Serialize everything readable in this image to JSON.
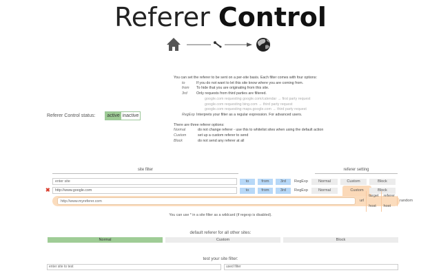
{
  "header": {
    "title_light": "Referer",
    "title_bold": "Control",
    "icons": [
      "home-icon",
      "wrench-icon",
      "globe-icon"
    ]
  },
  "info": {
    "intro": "You can set the referer to be sent on a per-site basis. Each filter comes with four options:",
    "options": [
      {
        "key": "to",
        "desc": "If you do not want to let this site know where you are coming from."
      },
      {
        "key": "from",
        "desc": "To hide that you are originating from this site."
      },
      {
        "key": "3rd",
        "desc": "Only requests from third parties are filtered."
      },
      {
        "key": "RegExp",
        "desc": "Interprets your filter as a regular expression. For advanced users."
      }
    ],
    "examples": [
      "google.com requesting google.com/calendar → first party request",
      "google.com requesting bing.com → third party request",
      "google.com requesting maps.google.com → third party request"
    ],
    "referer_intro": "There are three referer options:",
    "referer_options": [
      {
        "key": "Normal",
        "desc": "do not change referer - use this to whitelist sites when using the default action"
      },
      {
        "key": "Custom",
        "desc": "set up a custom referer to send"
      },
      {
        "key": "Block",
        "desc": "do not send any referer at all"
      }
    ]
  },
  "status": {
    "label": "Referer Control status:",
    "active": "active",
    "inactive": "inactive",
    "selected": "active"
  },
  "table": {
    "site_filter_header": "site filter",
    "referer_setting_header": "referer setting",
    "rows": [
      {
        "site_placeholder": "enter site",
        "site_value": "",
        "filters": [
          "to",
          "from",
          "3rd",
          "RegExp"
        ],
        "settings": [
          "Normal",
          "Custom",
          "Block"
        ],
        "selected_setting": null
      },
      {
        "site_placeholder": "",
        "site_value": "http://www.google.com",
        "filters": [
          "to",
          "from",
          "3rd",
          "RegExp"
        ],
        "settings": [
          "Normal",
          "Custom",
          "Block"
        ],
        "selected_setting": "Custom",
        "custom_referer": "http://www.myreferer.com",
        "custom_options": [
          "url",
          "target host",
          "referer host",
          "random"
        ]
      }
    ]
  },
  "hint": "You can use * in a site filter as a wildcard (if regexp is disabled).",
  "defaults": {
    "label": "default referer for all other sites:",
    "options": [
      "Normal",
      "Custom",
      "Block"
    ],
    "selected": "Normal"
  },
  "test": {
    "label": "test your site filter:",
    "site_placeholder": "enter site to test",
    "filter_placeholder": "used filter"
  },
  "colors": {
    "active_green": "#9fcc96",
    "filter_blue": "#b7d8f7",
    "custom_orange": "#fbd9b8",
    "neutral_gray": "#ececec",
    "remove_red": "#d93c2c"
  }
}
